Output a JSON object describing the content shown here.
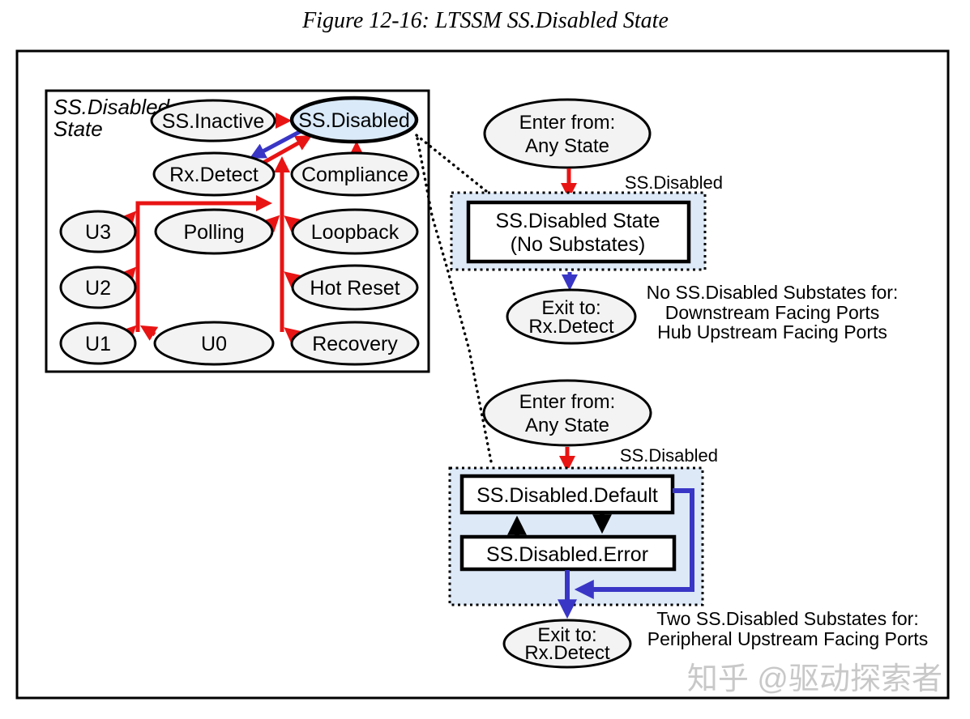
{
  "figure_title": "Figure 12-16: LTSSM SS.Disabled State",
  "colors": {
    "transition_red": "#e81414",
    "transition_blue": "#3936c6",
    "node_fill": "#f3f3f3",
    "highlight_node_fill": "#daeaf8",
    "substate_container_fill": "#dde9f7",
    "watermark_gray": "#c8c8c8"
  },
  "ltssm": {
    "box_label": [
      "SS.Disabled",
      "State"
    ],
    "nodes": {
      "ss_inactive": "SS.Inactive",
      "ss_disabled": "SS.Disabled",
      "rx_detect": "Rx.Detect",
      "compliance": "Compliance",
      "u3": "U3",
      "polling": "Polling",
      "loopback": "Loopback",
      "u2": "U2",
      "hot_reset": "Hot Reset",
      "u1": "U1",
      "u0": "U0",
      "recovery": "Recovery"
    }
  },
  "no_substates": {
    "enter": [
      "Enter from:",
      "Any State"
    ],
    "container_label": "SS.Disabled",
    "state_box": [
      "SS.Disabled State",
      "(No Substates)"
    ],
    "exit": [
      "Exit to:",
      "Rx.Detect"
    ],
    "note": [
      "No SS.Disabled Substates for:",
      "Downstream Facing Ports",
      "Hub Upstream Facing Ports"
    ]
  },
  "two_substates": {
    "enter": [
      "Enter from:",
      "Any State"
    ],
    "container_label": "SS.Disabled",
    "default_box": "SS.Disabled.Default",
    "error_box": "SS.Disabled.Error",
    "exit": [
      "Exit to:",
      "Rx.Detect"
    ],
    "note": [
      "Two SS.Disabled Substates for:",
      "Peripheral Upstream Facing Ports"
    ]
  },
  "watermark": "知乎 @驱动探索者"
}
